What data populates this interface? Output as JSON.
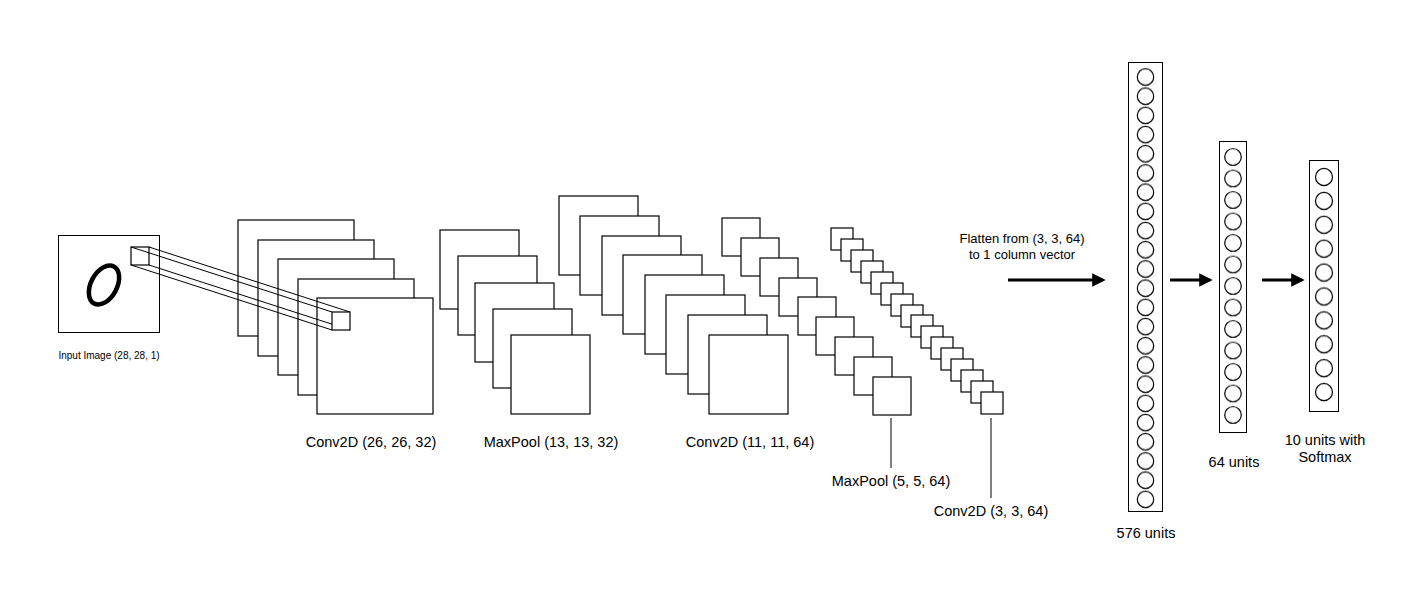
{
  "diagram": {
    "nodes": [
      {
        "text": [
          "Input Image (28, 28, 1)"
        ]
      },
      {
        "text": [
          "Conv2D (26, 26, 32)"
        ]
      },
      {
        "text": [
          "MaxPool (13, 13, 32)"
        ]
      },
      {
        "text": [
          "Conv2D (11, 11, 64)"
        ]
      },
      {
        "text": [
          "MaxPool (5, 5, 64)"
        ]
      },
      {
        "text": [
          "Conv2D (3, 3, 64)"
        ]
      },
      {
        "text": [
          "576 units"
        ]
      },
      {
        "text": [
          "64 units"
        ]
      },
      {
        "text": [
          "10 units with Softmax"
        ]
      }
    ],
    "edges": [
      {
        "from": 5,
        "to": 6,
        "arrow": "to",
        "label": "Flatten from (3, 3, 64) to 1 column vector"
      },
      {
        "from": 6,
        "to": 7,
        "arrow": "to"
      },
      {
        "from": 7,
        "to": 8,
        "arrow": "to"
      }
    ]
  }
}
